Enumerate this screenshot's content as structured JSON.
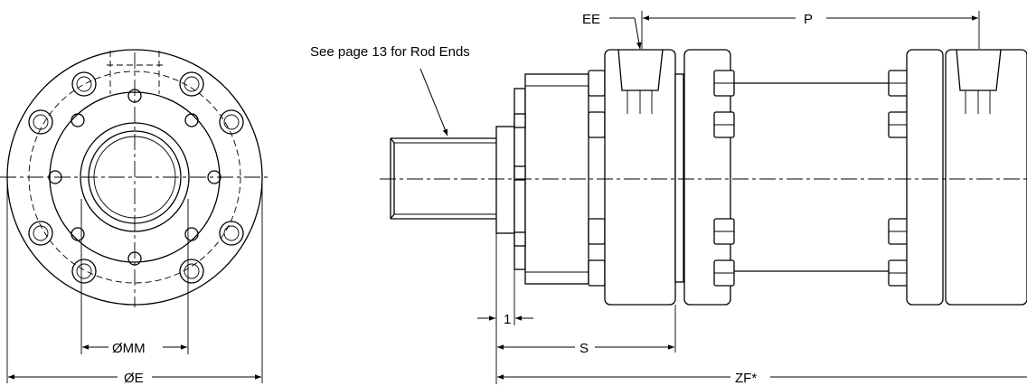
{
  "labels": {
    "rod_end_note": "See page 13 for Rod Ends",
    "dim_ee": "EE",
    "dim_p": "P",
    "dim_1": "1",
    "dim_s": "S",
    "dim_zf": "ZF*",
    "dim_mm": "ØMM",
    "dim_e": "ØE"
  }
}
